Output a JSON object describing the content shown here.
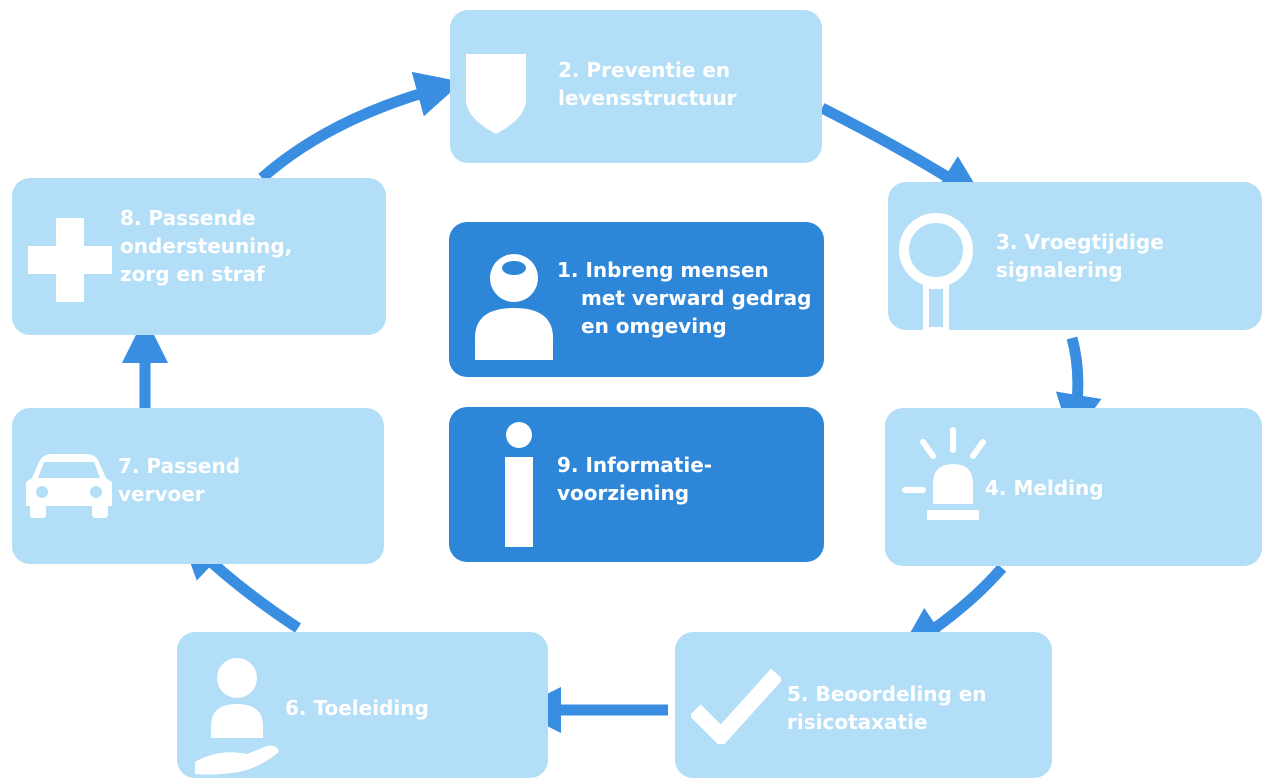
{
  "colors": {
    "box_light": "#b3def7",
    "box_dark": "#2e86d9",
    "arrow": "#3a8ee2",
    "text": "#ffffff"
  },
  "steps": [
    {
      "number": "1",
      "label_lines": [
        "1. Inbreng mensen",
        "met verward gedrag",
        "en omgeving"
      ],
      "icon": "person-head-icon"
    },
    {
      "number": "2",
      "label_lines": [
        "2. Preventie en",
        "levensstructuur"
      ],
      "icon": "shield-icon"
    },
    {
      "number": "3",
      "label_lines": [
        "3. Vroegtijdige",
        "signalering"
      ],
      "icon": "magnifier-icon"
    },
    {
      "number": "4",
      "label_lines": [
        "4. Melding"
      ],
      "icon": "siren-icon"
    },
    {
      "number": "5",
      "label_lines": [
        "5. Beoordeling en",
        "risicotaxatie"
      ],
      "icon": "checkmark-icon"
    },
    {
      "number": "6",
      "label_lines": [
        "6. Toeleiding"
      ],
      "icon": "person-hand-icon"
    },
    {
      "number": "7",
      "label_lines": [
        "7. Passend",
        "vervoer"
      ],
      "icon": "car-icon"
    },
    {
      "number": "8",
      "label_lines": [
        "8. Passende",
        "ondersteuning,",
        "zorg en straf"
      ],
      "icon": "cross-icon"
    },
    {
      "number": "9",
      "label_lines": [
        "9. Informatie-",
        "voorziening"
      ],
      "icon": "info-icon"
    }
  ]
}
